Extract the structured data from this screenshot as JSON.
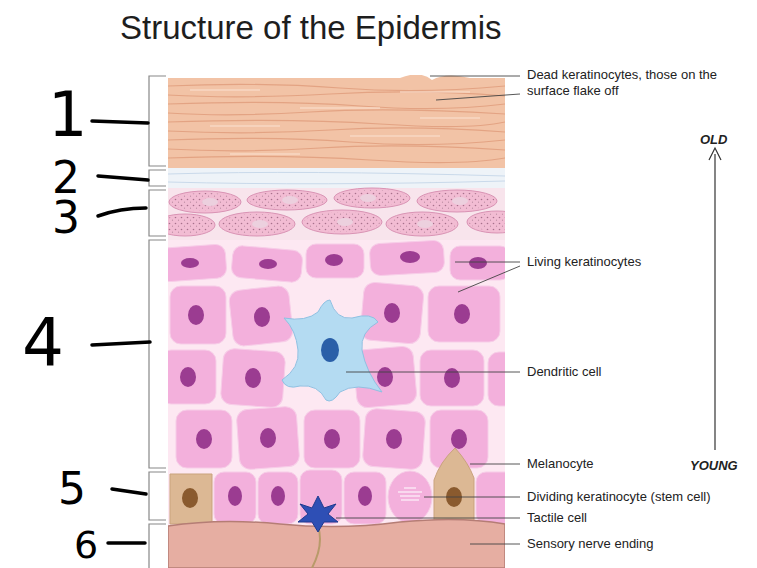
{
  "diagram": {
    "title": "Structure of the Epidermis",
    "labels": [
      "Dead keratinocytes, those on the surface flake off",
      "1",
      "OLD",
      "2",
      "3",
      "Living keratinocytes",
      "4",
      "Dendritic cell",
      "Melanocyte",
      "YOUNG",
      "5",
      "Dividing keratinocyte (stem cell)",
      "Tactile cell",
      "6",
      "Sensory nerve ending"
    ]
  }
}
